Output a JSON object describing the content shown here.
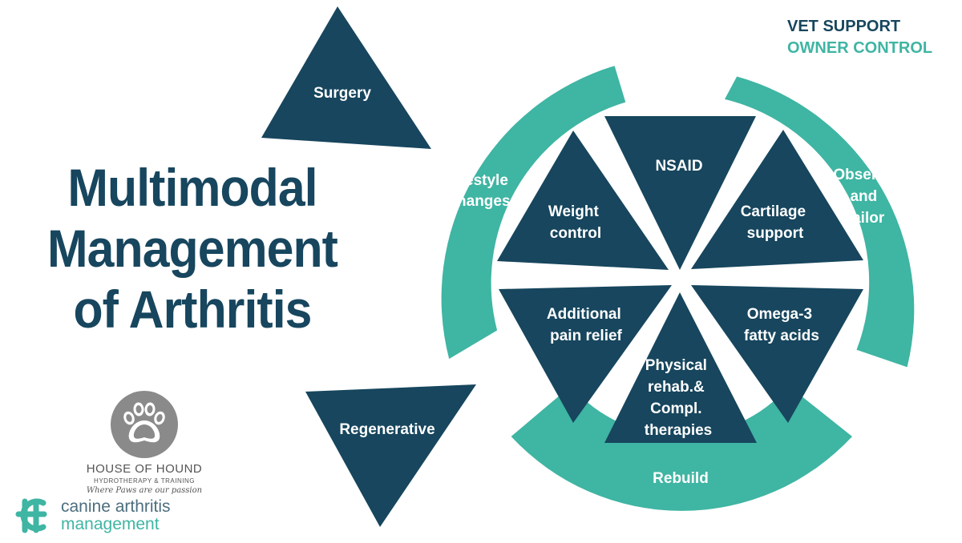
{
  "title": {
    "line1": "Multimodal",
    "line2": "Management",
    "line3": "of Arthritis"
  },
  "legend": {
    "vet": "VET SUPPORT",
    "owner": "OWNER CONTROL"
  },
  "colors": {
    "vet": "#17465e",
    "owner": "#3fb5a3",
    "background": "#ffffff"
  },
  "owner_segments": {
    "lifestyle": [
      "Lifestyle",
      "changes"
    ],
    "observe": [
      "Observe",
      "and",
      "tailor"
    ],
    "rebuild": [
      "Rebuild"
    ]
  },
  "triangles": {
    "surgery": [
      "Surgery"
    ],
    "regenerative": [
      "Regenerative"
    ],
    "nsaid": [
      "NSAID"
    ],
    "weight": [
      "Weight",
      "control"
    ],
    "cartilage": [
      "Cartilage",
      "support"
    ],
    "pain": [
      "Additional",
      "pain relief"
    ],
    "omega": [
      "Omega-3",
      "fatty acids"
    ],
    "physical": [
      "Physical",
      "rehab.&",
      "Compl.",
      "therapies"
    ]
  },
  "logos": {
    "house_of_hound": {
      "name": "HOUSE OF HOUND",
      "subtitle": "HYDROTHERAPY & TRAINING",
      "tagline": "Where Paws are our passion",
      "icon": "paw-print-icon"
    },
    "canine_arthritis": {
      "line1": "canine arthritis",
      "line2": "management",
      "icon": "cam-monogram-icon"
    }
  }
}
